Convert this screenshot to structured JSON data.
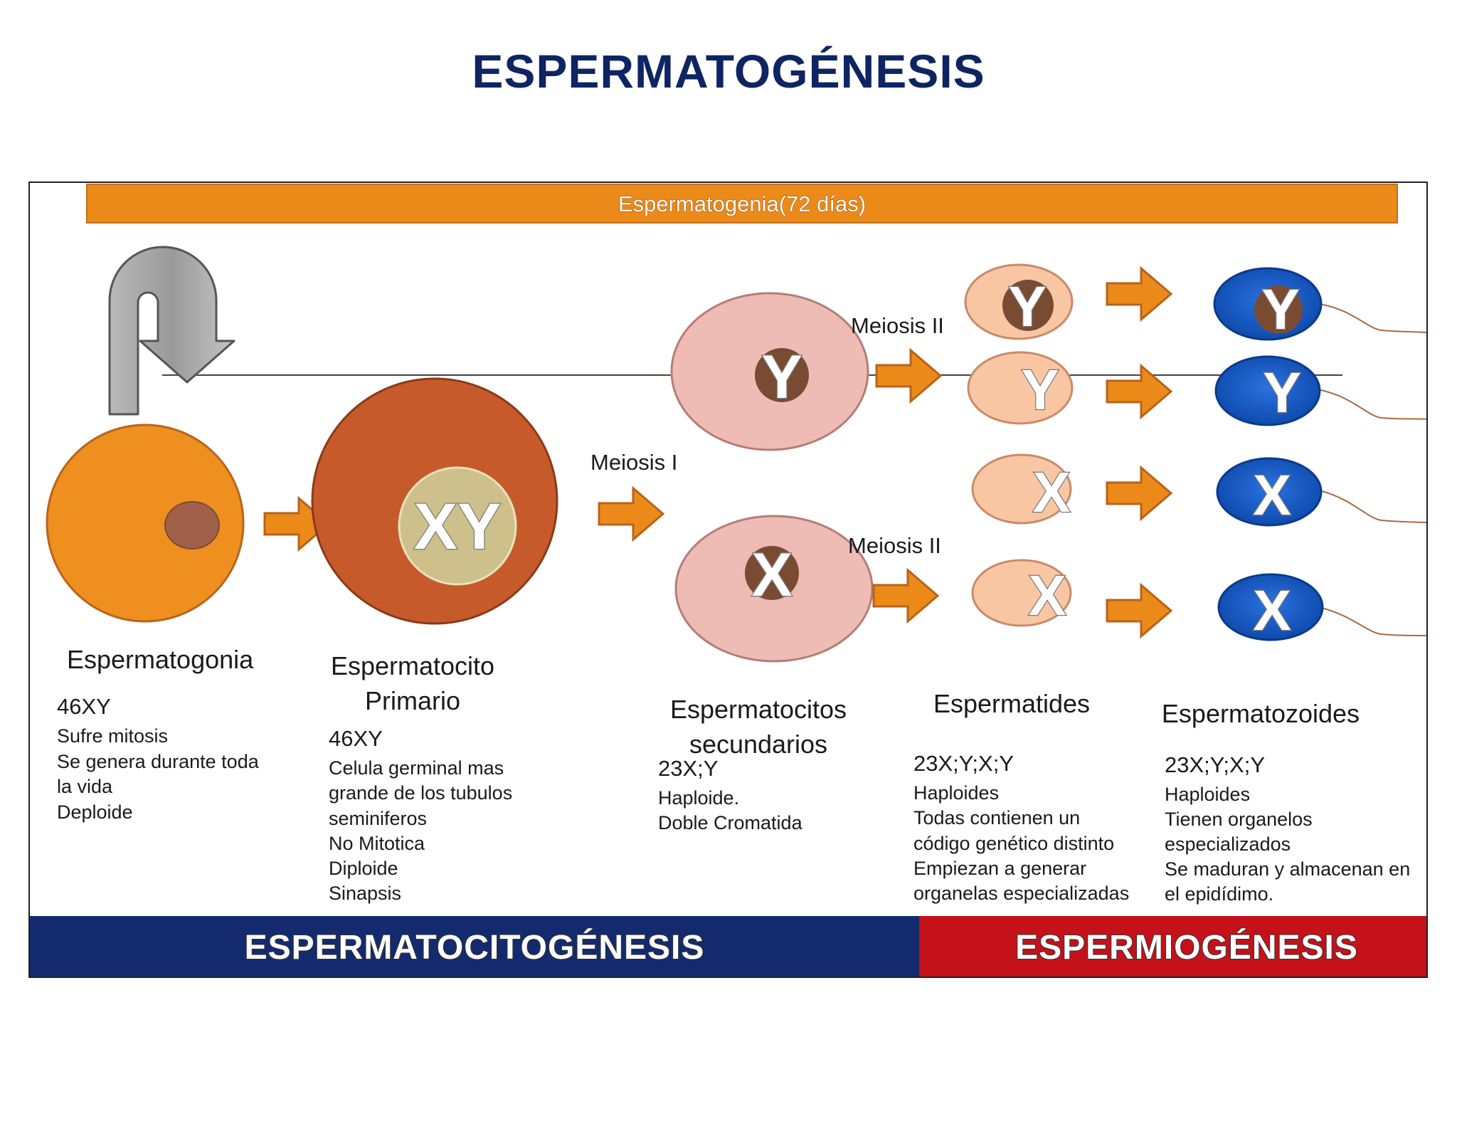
{
  "title": "ESPERMATOGÉNESIS",
  "top_bar": "Espermatogenia(72 días)",
  "stages": {
    "espermatogonia": {
      "name": "Espermatogonia",
      "karyotype": "46XY",
      "details": [
        "Sufre mitosis",
        "Se genera durante toda",
        "la vida",
        "Deploide"
      ]
    },
    "primario": {
      "name_line1": "Espermatocito",
      "name_line2": "Primario",
      "karyotype": "46XY",
      "chromosome_label": "XY",
      "details": [
        "Celula germinal mas",
        "grande de los tubulos",
        "seminiferos",
        "No Mitotica",
        "Diploide",
        "Sinapsis"
      ]
    },
    "secundarios": {
      "name_line1": "Espermatocitos",
      "name_line2": "secundarios",
      "karyotype": "23X;Y",
      "details": [
        "Haploide.",
        "Doble Cromatida"
      ],
      "cell_labels": [
        "Y",
        "X"
      ]
    },
    "espermatides": {
      "name": "Espermatides",
      "karyotype": "23X;Y;X;Y",
      "details": [
        "Haploides",
        "Todas contienen un",
        "código genético distinto",
        "Empiezan a generar",
        "organelas especializadas"
      ],
      "cell_labels": [
        "Y",
        "Y",
        "X",
        "X"
      ]
    },
    "espermatozoides": {
      "name": "Espermatozoides",
      "karyotype": "23X;Y;X;Y",
      "details": [
        "Haploides",
        "Tienen organelos",
        "especializados",
        "Se maduran y almacenan en",
        "el epidídimo."
      ],
      "cell_labels": [
        "Y",
        "Y",
        "X",
        "X"
      ]
    }
  },
  "meiosis_labels": {
    "m1": "Meiosis I",
    "m2_top": "Meiosis II",
    "m2_bottom": "Meiosis II"
  },
  "bottom_bars": {
    "left": "ESPERMATOCITOGÉNESIS",
    "right": "ESPERMIOGÉNESIS"
  },
  "colors": {
    "title": "#0e2463",
    "orange_bar": "#ec8a19",
    "arrow": "#ec8a19",
    "spermatogonia": "#ef8f1f",
    "primary_cell": "#c75a2a",
    "nucleus_primary": "#cdc08a",
    "secondary_cell": "#efbcb5",
    "spermatid": "#f9c6a3",
    "nucleus": "#7a4b33",
    "sperm_head": "#1459c7",
    "left_bar": "#132b6e",
    "right_bar": "#c4111a"
  }
}
